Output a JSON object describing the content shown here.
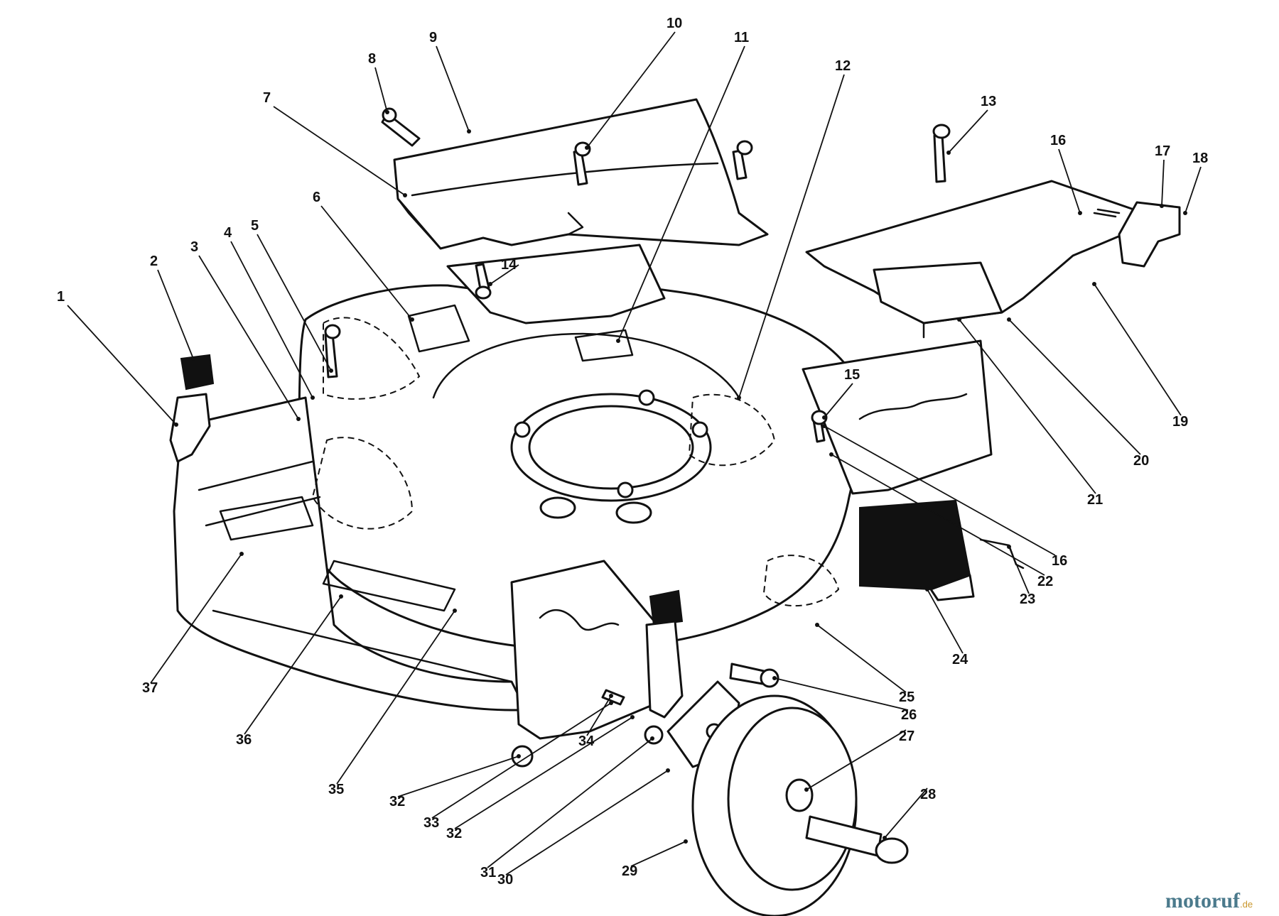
{
  "diagram": {
    "callouts": [
      "1",
      "2",
      "3",
      "4",
      "5",
      "6",
      "7",
      "8",
      "9",
      "10",
      "11",
      "12",
      "13",
      "14",
      "15",
      "16",
      "16",
      "17",
      "18",
      "19",
      "20",
      "21",
      "22",
      "23",
      "24",
      "25",
      "26",
      "27",
      "28",
      "29",
      "30",
      "31",
      "32",
      "32",
      "33",
      "34",
      "35",
      "36",
      "37"
    ]
  },
  "watermark": {
    "brand": "motoruf",
    "tld": ".de",
    "colors": {
      "brand": "#4b7a8c",
      "accent": "#c9962b"
    }
  }
}
